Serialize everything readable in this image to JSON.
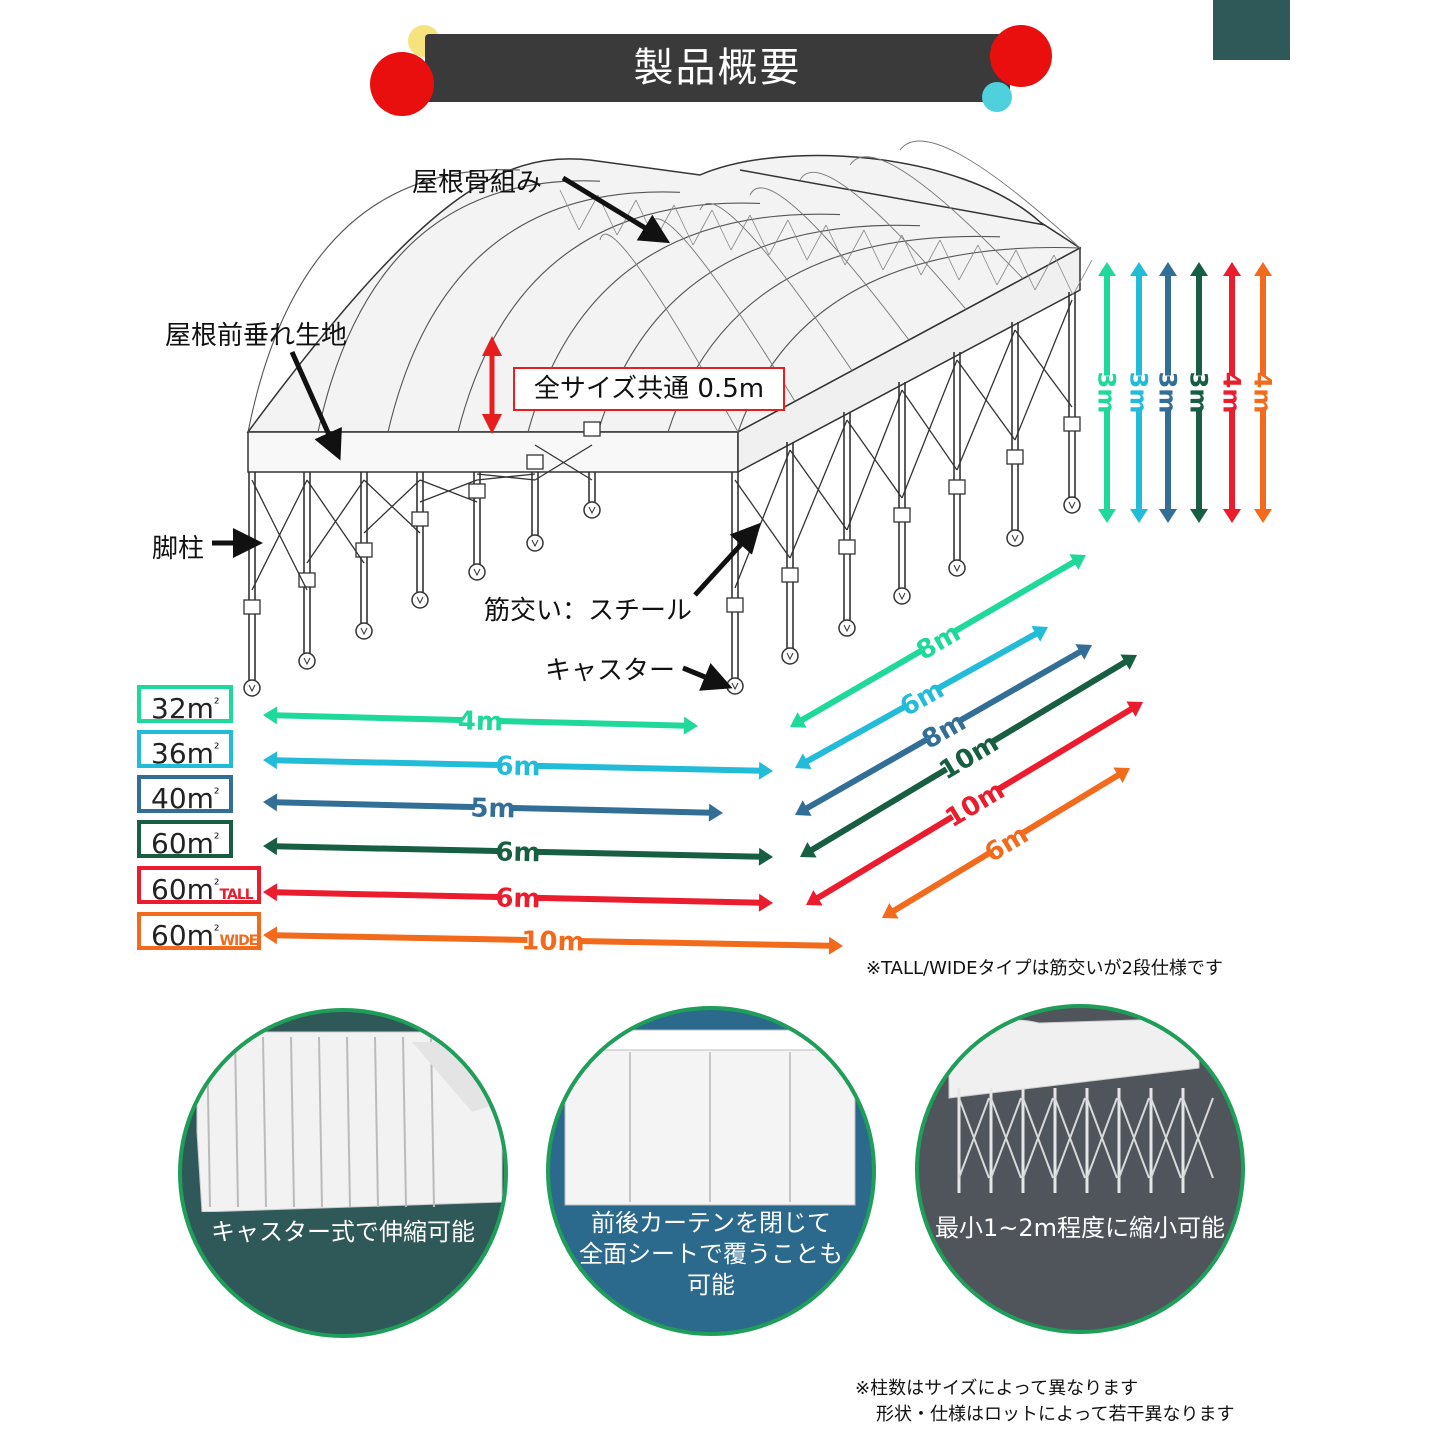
{
  "header": {
    "title": "製品概要"
  },
  "colors": {
    "mint": "#1ed99a",
    "cyan": "#22bcd8",
    "steel": "#336e96",
    "forest": "#175e42",
    "red": "#ea1c2d",
    "orange": "#f26a1b",
    "dark": "#3a3a3a",
    "teal_panel": "#2f5858"
  },
  "callouts": {
    "roof_frame": "屋根骨組み",
    "roof_valance": "屋根前垂れ生地",
    "common_height": "全サイズ共通 0.5m",
    "leg": "脚柱",
    "brace": "筋交い：スチール",
    "caster": "キャスター"
  },
  "sizes": [
    {
      "area": "32",
      "suffix": "",
      "length": "4m",
      "depth": "8m",
      "height": "3m",
      "color": "mint"
    },
    {
      "area": "36",
      "suffix": "",
      "length": "6m",
      "depth": "6m",
      "height": "3m",
      "color": "cyan"
    },
    {
      "area": "40",
      "suffix": "",
      "length": "5m",
      "depth": "8m",
      "height": "3m",
      "color": "steel"
    },
    {
      "area": "60",
      "suffix": "",
      "length": "6m",
      "depth": "10m",
      "height": "3m",
      "color": "forest"
    },
    {
      "area": "60",
      "suffix": "TALL",
      "length": "6m",
      "depth": "10m",
      "height": "4m",
      "color": "red"
    },
    {
      "area": "60",
      "suffix": "WIDE",
      "length": "10m",
      "depth": "6m",
      "height": "4m",
      "color": "orange"
    }
  ],
  "area_unit": "m",
  "area_sup": "²",
  "notes": {
    "tall_wide": "※TALL/WIDEタイプは筋交いが2段仕様です",
    "footer_1": "※柱数はサイズによって異なります",
    "footer_2": "形状・仕様はロットによって若干異なります"
  },
  "features": [
    {
      "lines": [
        "キャスター式で伸縮可能"
      ],
      "bg": "#2f5858",
      "icon": "tent-closed-photo"
    },
    {
      "lines": [
        "前後カーテンを閉じて",
        "全面シートで覆うことも",
        "可能"
      ],
      "bg": "#2b6a8d",
      "icon": "tent-curtain-photo"
    },
    {
      "lines": [
        "最小1~2m程度に縮小可能"
      ],
      "bg": "#50555b",
      "icon": "tent-folded-photo"
    }
  ]
}
